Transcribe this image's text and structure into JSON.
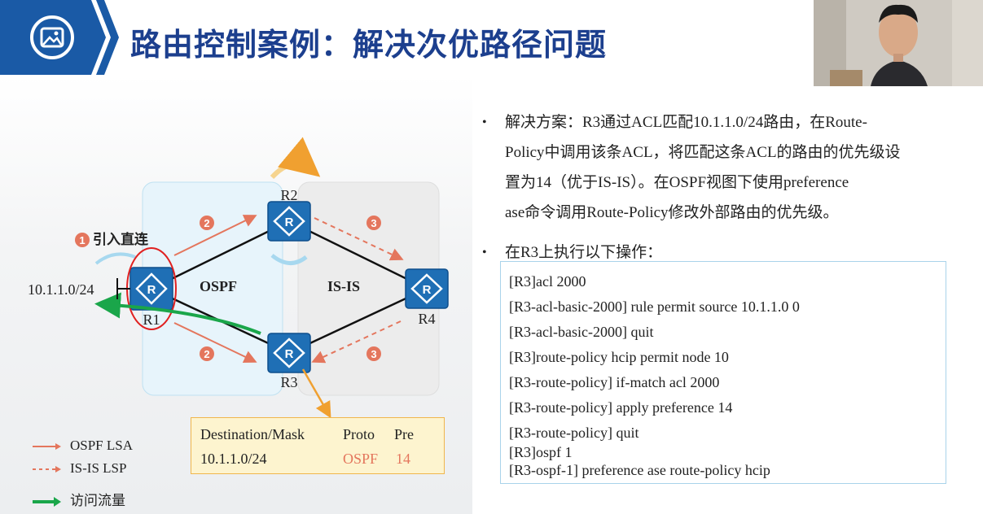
{
  "header": {
    "title": "路由控制案例：解决次优路径问题",
    "icon": "image-icon"
  },
  "diagram": {
    "routers": {
      "r1": "R1",
      "r2": "R2",
      "r3": "R3",
      "r4": "R4"
    },
    "areas": {
      "ospf": "OSPF",
      "isis": "IS-IS"
    },
    "network_label": "10.1.1.0/24",
    "step1_label": "引入直连",
    "step_numbers": [
      "1",
      "2",
      "2",
      "3",
      "3"
    ]
  },
  "route_table": {
    "header_dest": "Destination/Mask",
    "header_proto": "Proto",
    "header_pre": "Pre",
    "dest": "10.1.1.0/24",
    "proto": "OSPF",
    "pre": "14"
  },
  "legend": {
    "ospf_lsa": "OSPF LSA",
    "isis_lsp": "IS-IS LSP",
    "traffic": "访问流量"
  },
  "bullets": {
    "b1_line1": "解决方案：R3通过ACL匹配10.1.1.0/24路由，在Route-",
    "b1_line2": "Policy中调用该条ACL，将匹配这条ACL的路由的优先级设",
    "b1_line3": "置为14（优于IS-IS）。在OSPF视图下使用preference",
    "b1_line4": "ase命令调用Route-Policy修改外部路由的优先级。",
    "b2": "在R3上执行以下操作："
  },
  "commands": [
    "[R3]acl 2000",
    "[R3-acl-basic-2000] rule permit source 10.1.1.0 0",
    "[R3-acl-basic-2000] quit",
    "[R3]route-policy hcip permit node 10",
    "[R3-route-policy] if-match acl 2000",
    "[R3-route-policy] apply preference 14",
    "[R3-route-policy] quit",
    "[R3]ospf 1",
    "[R3-ospf-1] preference ase route-policy hcip"
  ],
  "colors": {
    "title_blue": "#1c3f8e",
    "header_blue": "#1a5aa6",
    "router_blue": "#1f6fb5",
    "lsa_red": "#e4765d",
    "traffic_green": "#1aa64a",
    "orange": "#f0a030"
  }
}
